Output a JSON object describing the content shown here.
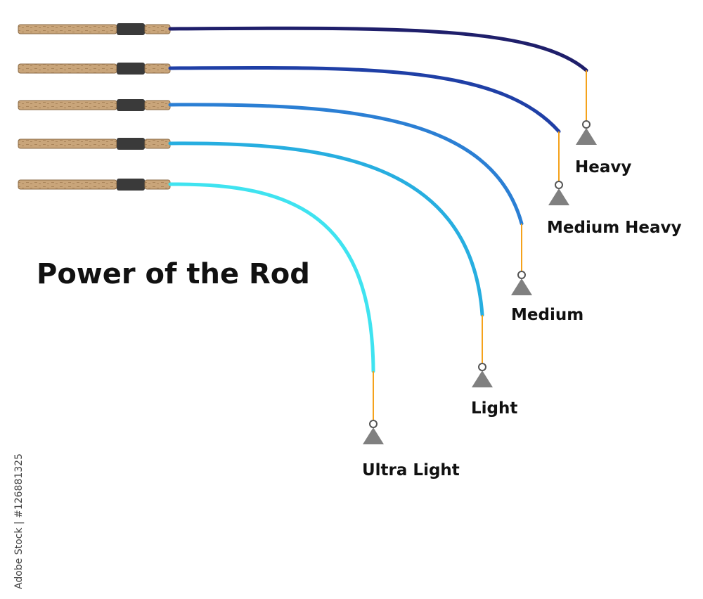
{
  "title": "Power of the Rod",
  "watermark": "Adobe Stock | #126881325",
  "colors": {
    "cork": "#c9a57a",
    "cork_edge": "#8a6a45",
    "reel_seat": "#3a3a3a",
    "line": "#f5a21b",
    "sinker": "#808080"
  },
  "rods": [
    {
      "label": "Heavy",
      "blank_color": "#1f1f6b"
    },
    {
      "label": "Medium Heavy",
      "blank_color": "#1f3fa6"
    },
    {
      "label": "Medium",
      "blank_color": "#2b7fd4"
    },
    {
      "label": "Light",
      "blank_color": "#27aee0"
    },
    {
      "label": "Ultra Light",
      "blank_color": "#3fe3f0"
    }
  ]
}
